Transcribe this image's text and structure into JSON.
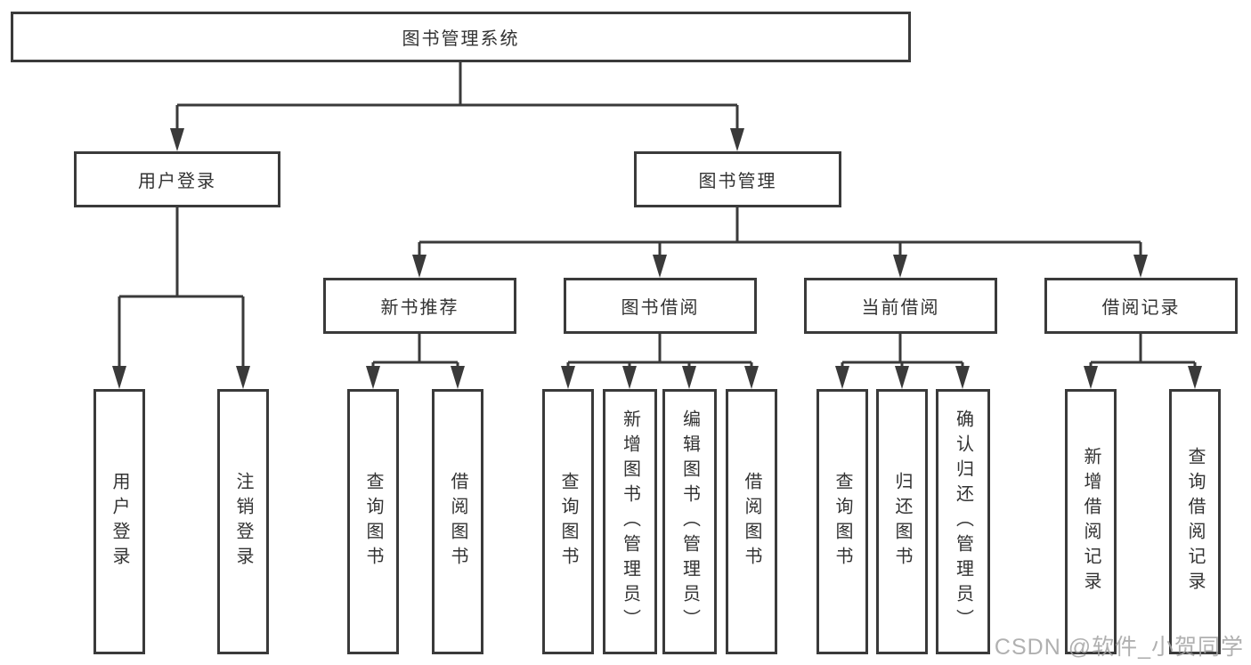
{
  "colors": {
    "line": "#3a3a3a",
    "text": "#333333",
    "wm": "#a3a3a3",
    "bg": "#ffffff"
  },
  "watermark": "CSDN @软件_小贺同学",
  "tree": {
    "root": {
      "label": "图书管理系统",
      "children": [
        {
          "label": "用户登录",
          "children": [
            {
              "label": "用户登录"
            },
            {
              "label": "注销登录"
            }
          ]
        },
        {
          "label": "图书管理",
          "children": [
            {
              "label": "新书推荐",
              "children": [
                {
                  "label": "查询图书"
                },
                {
                  "label": "借阅图书"
                }
              ]
            },
            {
              "label": "图书借阅",
              "children": [
                {
                  "label": "查询图书"
                },
                {
                  "label": "新增图书（管理员）"
                },
                {
                  "label": "编辑图书（管理员）"
                },
                {
                  "label": "借阅图书"
                }
              ]
            },
            {
              "label": "当前借阅",
              "children": [
                {
                  "label": "查询图书"
                },
                {
                  "label": "归还图书"
                },
                {
                  "label": "确认归还（管理员）"
                }
              ]
            },
            {
              "label": "借阅记录",
              "children": [
                {
                  "label": "新增借阅记录"
                },
                {
                  "label": "查询借阅记录"
                }
              ]
            }
          ]
        }
      ]
    }
  }
}
